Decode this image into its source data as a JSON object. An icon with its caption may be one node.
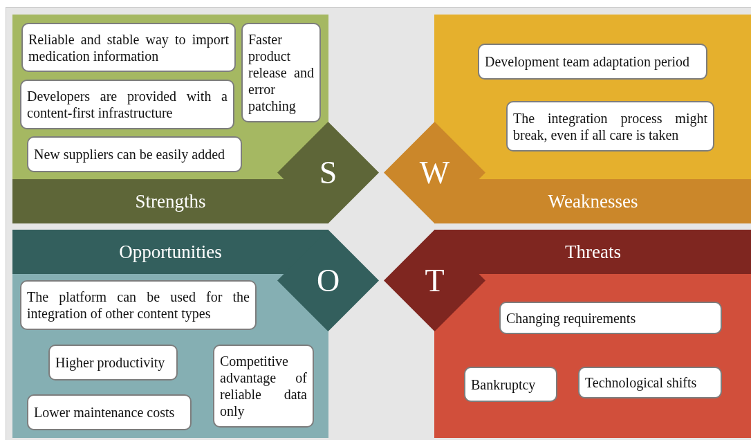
{
  "diagram": {
    "nodes": [
      {
        "text": [
          "Strengths"
        ]
      },
      {
        "text": [
          "Reliable and stable way to import medication information"
        ],
        "in": 0
      },
      {
        "text": [
          "Faster product release and error patching"
        ],
        "in": 0
      },
      {
        "text": [
          "Developers are provided with a content-first infrastructure"
        ],
        "in": 0
      },
      {
        "text": [
          "New suppliers can be easily added"
        ],
        "in": 0
      },
      {
        "text": [
          "S"
        ]
      },
      {
        "text": [
          "W"
        ]
      },
      {
        "text": [
          "Weaknesses"
        ]
      },
      {
        "text": [
          "Development team adaptation period"
        ],
        "in": 7
      },
      {
        "text": [
          "The integration process might break, even if all care is taken"
        ],
        "in": 7
      },
      {
        "text": [
          "Opportunities"
        ]
      },
      {
        "text": [
          "O"
        ]
      },
      {
        "text": [
          "T"
        ]
      },
      {
        "text": [
          "Threats"
        ]
      },
      {
        "text": [
          "The platform can be used for the integration of other content types"
        ],
        "in": 10
      },
      {
        "text": [
          "Higher productivity"
        ],
        "in": 10
      },
      {
        "text": [
          "Competitive advantage of reliable data only"
        ],
        "in": 10
      },
      {
        "text": [
          "Lower maintenance costs"
        ],
        "in": 10
      },
      {
        "text": [
          "Changing requirements"
        ],
        "in": 13
      },
      {
        "text": [
          "Bankruptcy"
        ],
        "in": 13
      },
      {
        "text": [
          "Technological shifts"
        ],
        "in": 13
      }
    ]
  }
}
